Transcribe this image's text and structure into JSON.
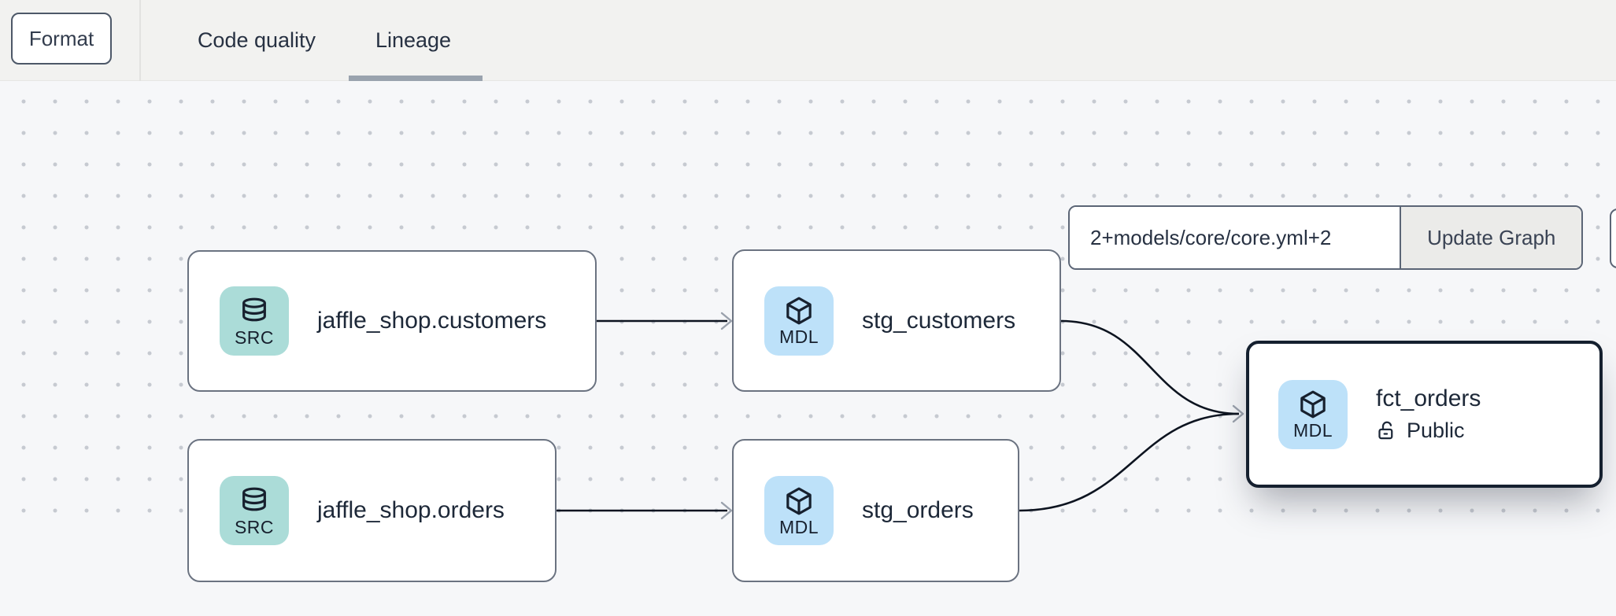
{
  "toolbar": {
    "format_label": "Format"
  },
  "tabs": [
    {
      "label": "Code quality",
      "active": false
    },
    {
      "label": "Lineage",
      "active": true
    }
  ],
  "lineage_controls": {
    "selector_value": "2+models/core/core.yml+2",
    "update_button_label": "Update Graph"
  },
  "graph": {
    "nodes": [
      {
        "badge": "SRC",
        "label": "jaffle_shop.customers",
        "kind": "source"
      },
      {
        "badge": "MDL",
        "label": "stg_customers",
        "kind": "model"
      },
      {
        "badge": "SRC",
        "label": "jaffle_shop.orders",
        "kind": "source"
      },
      {
        "badge": "MDL",
        "label": "stg_orders",
        "kind": "model"
      },
      {
        "badge": "MDL",
        "label": "fct_orders",
        "kind": "model",
        "access": "Public",
        "selected": true
      }
    ],
    "edges": [
      {
        "from": "jaffle_shop.customers",
        "to": "stg_customers"
      },
      {
        "from": "jaffle_shop.orders",
        "to": "stg_orders"
      },
      {
        "from": "stg_customers",
        "to": "fct_orders"
      },
      {
        "from": "stg_orders",
        "to": "fct_orders"
      }
    ]
  },
  "colors": {
    "src_badge": "#abdcd8",
    "mdl_badge": "#bde1f9",
    "selected_border": "#15202f",
    "edge_line": "#0d1420",
    "arrowhead": "#9aa1ac",
    "tab_underline": "#9aa3ae",
    "canvas_bg": "#f6f7f9",
    "topbar_bg": "#f2f2f0"
  }
}
